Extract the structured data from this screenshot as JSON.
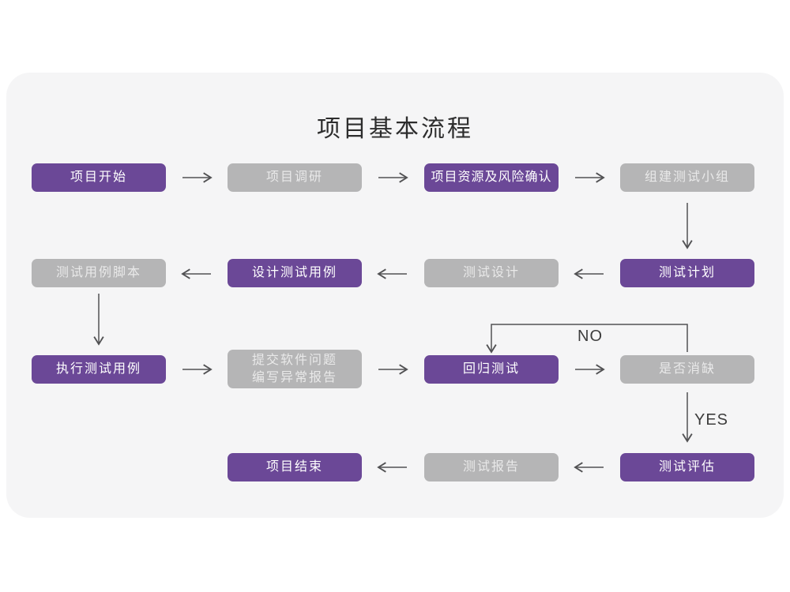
{
  "title": "项目基本流程",
  "colors": {
    "purple": "#6b4897",
    "gray": "#b5b5b6",
    "card_background": "#f5f5f6",
    "arrow": "#515153",
    "title_text": "#2d2d2d"
  },
  "nodes": [
    {
      "id": "project-start",
      "label": "项目开始",
      "variant": "purple"
    },
    {
      "id": "project-research",
      "label": "项目调研",
      "variant": "gray"
    },
    {
      "id": "project-resources-risk",
      "label": "项目资源及风险确认",
      "variant": "purple"
    },
    {
      "id": "build-test-team",
      "label": "组建测试小组",
      "variant": "gray"
    },
    {
      "id": "test-plan",
      "label": "测试计划",
      "variant": "purple"
    },
    {
      "id": "test-design",
      "label": "测试设计",
      "variant": "gray"
    },
    {
      "id": "design-test-cases",
      "label": "设计测试用例",
      "variant": "purple"
    },
    {
      "id": "test-case-script",
      "label": "测试用例脚本",
      "variant": "gray"
    },
    {
      "id": "execute-test-cases",
      "label": "执行测试用例",
      "variant": "purple"
    },
    {
      "id": "submit-issues-report",
      "label": "提交软件问题\n编写异常报告",
      "variant": "gray"
    },
    {
      "id": "regression-test",
      "label": "回归测试",
      "variant": "purple"
    },
    {
      "id": "defect-resolved",
      "label": "是否消缺",
      "variant": "gray"
    },
    {
      "id": "test-evaluation",
      "label": "测试评估",
      "variant": "purple"
    },
    {
      "id": "test-report",
      "label": "测试报告",
      "variant": "gray"
    },
    {
      "id": "project-end",
      "label": "项目结束",
      "variant": "purple"
    }
  ],
  "edge_labels": {
    "no": "NO",
    "yes": "YES"
  },
  "edges": [
    {
      "from": "project-start",
      "to": "project-research"
    },
    {
      "from": "project-research",
      "to": "project-resources-risk"
    },
    {
      "from": "project-resources-risk",
      "to": "build-test-team"
    },
    {
      "from": "build-test-team",
      "to": "test-plan"
    },
    {
      "from": "test-plan",
      "to": "test-design"
    },
    {
      "from": "test-design",
      "to": "design-test-cases"
    },
    {
      "from": "design-test-cases",
      "to": "test-case-script"
    },
    {
      "from": "test-case-script",
      "to": "execute-test-cases"
    },
    {
      "from": "execute-test-cases",
      "to": "submit-issues-report"
    },
    {
      "from": "submit-issues-report",
      "to": "regression-test"
    },
    {
      "from": "regression-test",
      "to": "defect-resolved"
    },
    {
      "from": "defect-resolved",
      "to": "regression-test",
      "label": "NO"
    },
    {
      "from": "defect-resolved",
      "to": "test-evaluation",
      "label": "YES"
    },
    {
      "from": "test-evaluation",
      "to": "test-report"
    },
    {
      "from": "test-report",
      "to": "project-end"
    }
  ]
}
